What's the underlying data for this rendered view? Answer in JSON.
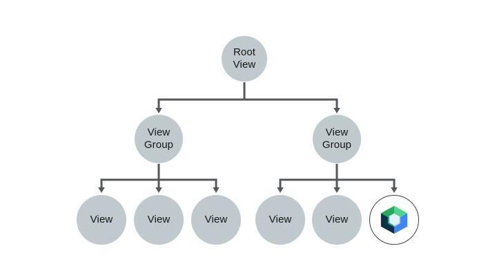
{
  "diagram": {
    "type": "tree",
    "description": "Android view hierarchy: a root view containing two view groups whose children are views; one leaf is the Jetpack Compose logo",
    "colors": {
      "background": "#FFFFFF",
      "node_fill": "#BFC9CE",
      "connector": "#54585C",
      "text": "#161616",
      "compose_node_border": "#3C4043",
      "compose_green_dark": "#23AC5F",
      "compose_green_light": "#4ED389",
      "compose_blue": "#4285F4",
      "compose_navy": "#0B3245",
      "compose_teal": "#1FA28E",
      "compose_inner_hex": "#E2F2FC"
    },
    "nodes": {
      "root": {
        "label": "Root View",
        "lines": [
          "Root",
          "View"
        ]
      },
      "group_left": {
        "label": "View Group",
        "lines": [
          "View",
          "Group"
        ]
      },
      "group_right": {
        "label": "View Group",
        "lines": [
          "View",
          "Group"
        ]
      },
      "view_l1": {
        "label": "View",
        "lines": [
          "View"
        ]
      },
      "view_l2": {
        "label": "View",
        "lines": [
          "View"
        ]
      },
      "view_l3": {
        "label": "View",
        "lines": [
          "View"
        ]
      },
      "view_r1": {
        "label": "View",
        "lines": [
          "View"
        ]
      },
      "view_r2": {
        "label": "View",
        "lines": [
          "View"
        ]
      },
      "compose_leaf": {
        "label": "",
        "icon": "jetpack-compose-logo"
      }
    },
    "edges": [
      "root->group_left",
      "root->group_right",
      "group_left->view_l1",
      "group_left->view_l2",
      "group_left->view_l3",
      "group_right->view_r1",
      "group_right->view_r2",
      "group_right->compose_leaf"
    ]
  }
}
